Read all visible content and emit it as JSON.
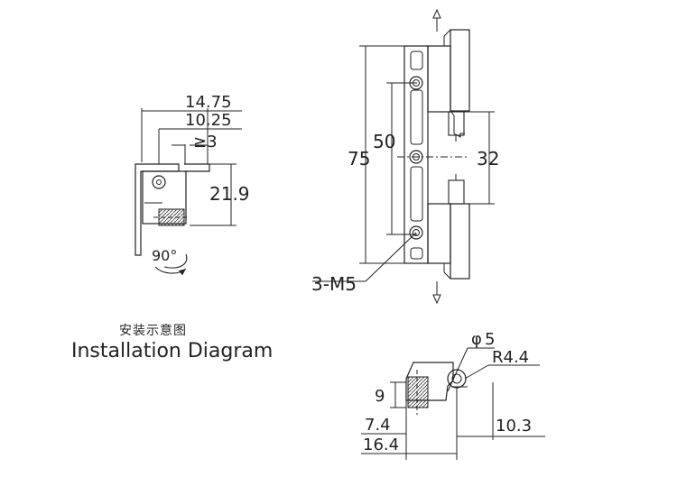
{
  "install_view": {
    "dims": {
      "w_total": "14.75",
      "w_mid": "10.25",
      "w_min": "≥3",
      "height": "21.9",
      "angle": "90°"
    }
  },
  "front_view": {
    "dims": {
      "overall": "75",
      "inner": "50",
      "pin": "32",
      "thread": "3-M5"
    }
  },
  "side_view": {
    "dims": {
      "hole": "5",
      "radius": "R4.4",
      "height": "9",
      "d1": "7.4",
      "d2": "16.4",
      "d3": "10.3"
    }
  },
  "caption": {
    "cn": "安装示意图",
    "en": "Installation Diagram"
  }
}
